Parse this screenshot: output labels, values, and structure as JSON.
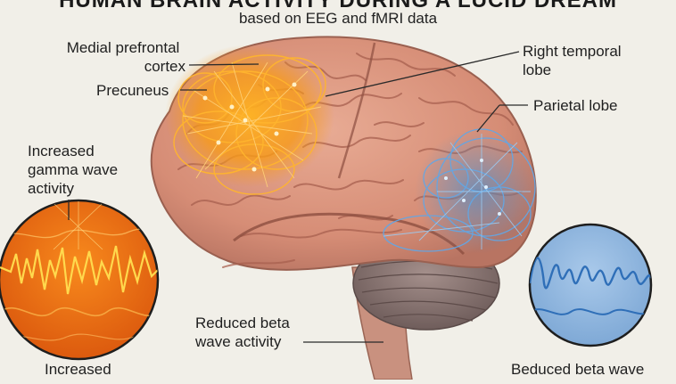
{
  "title": "HUMAN BRAIN ACTIVITY DURING A LUCID DREAM",
  "subtitle": "based on EEG and fMRI data",
  "labels": {
    "medial_prefrontal_line1": "Medial prefrontal",
    "medial_prefrontal_line2": "cortex",
    "precuneus": "Precuneus",
    "right_temporal_line1": "Right temporal",
    "right_temporal_line2": "lobe",
    "parietal": "Parietal lobe",
    "gamma_line1": "Increased",
    "gamma_line2": "gamma wave",
    "gamma_line3": "activity",
    "reduced_beta_line1": "Reduced beta",
    "reduced_beta_line2": "wave activity",
    "increased_bottom": "Increased",
    "beduced_beta_bottom": "Beduced beta wave"
  },
  "colors": {
    "background": "#f1efe8",
    "brain": "#d9957e",
    "brain_dark": "#b06e5b",
    "cerebellum": "#8f7a77",
    "orange_activity": "#f7a21b",
    "blue_activity": "#5f9fd8",
    "gamma_circle": "#ec6a12",
    "beta_circle": "#8cb4de"
  }
}
